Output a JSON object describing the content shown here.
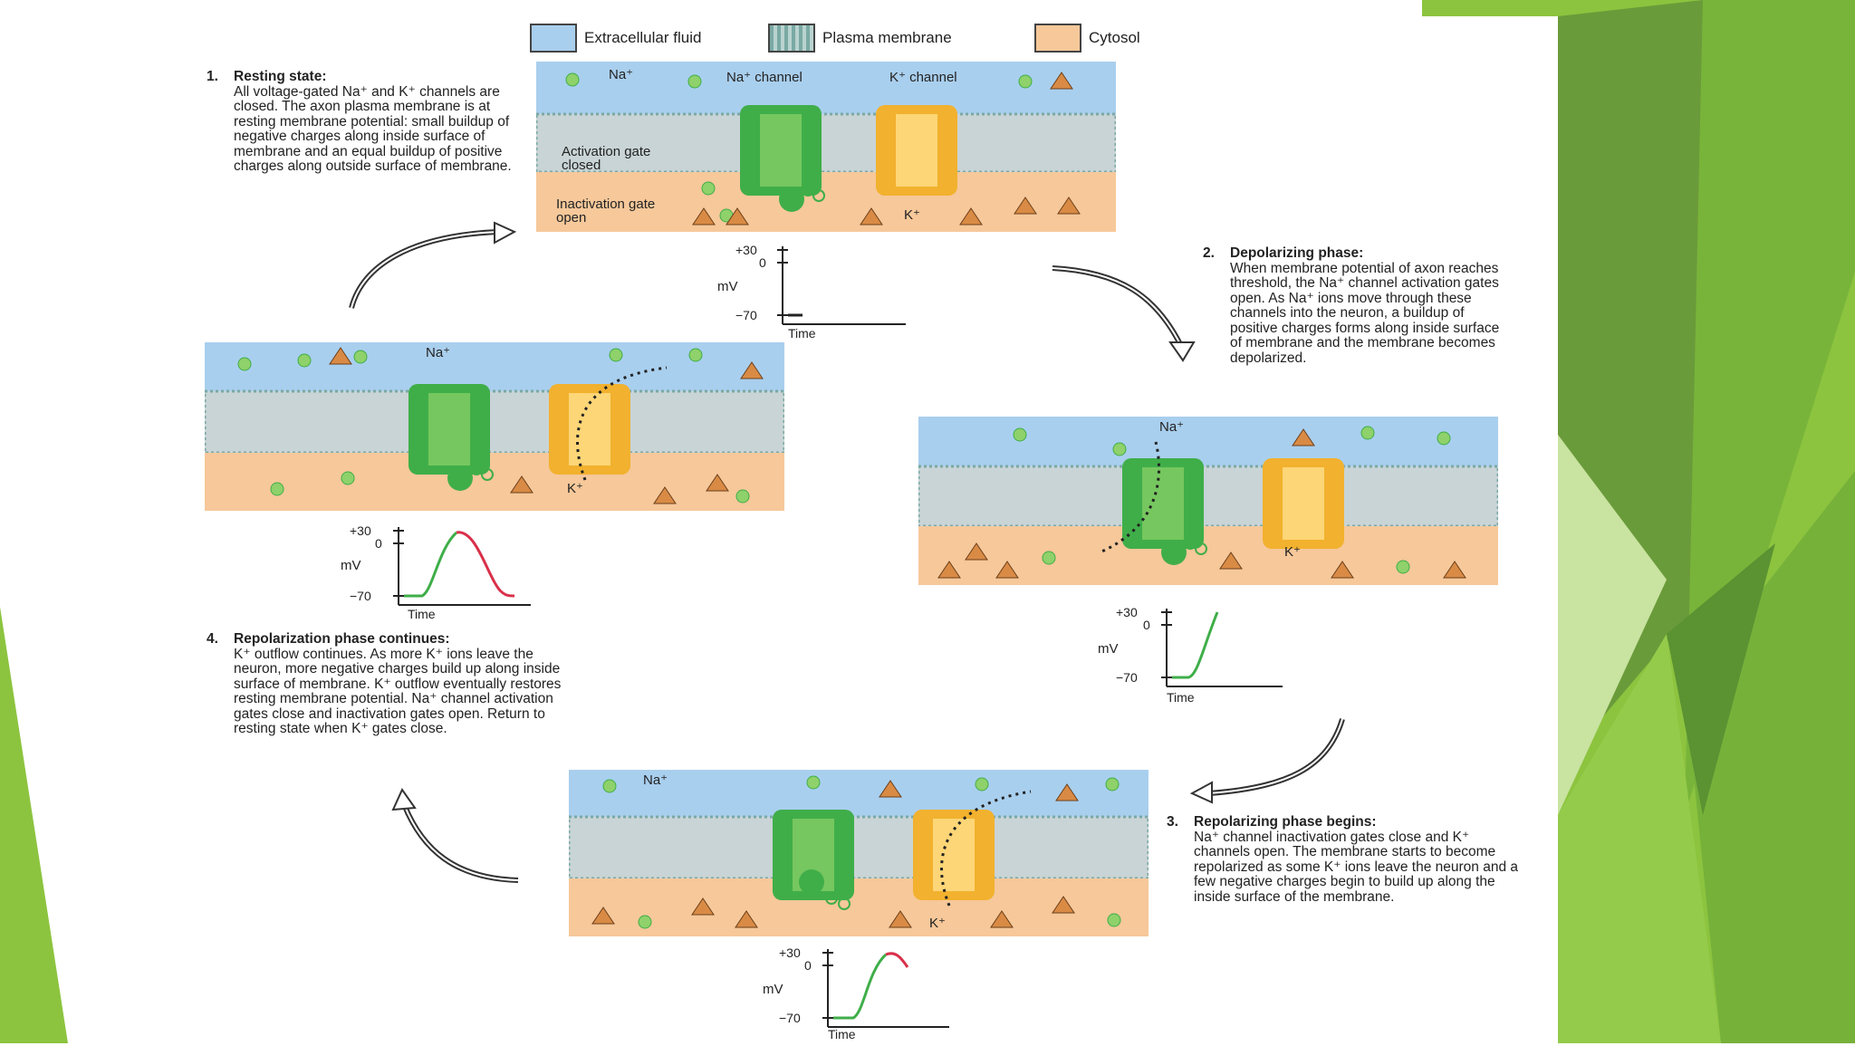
{
  "legend": [
    {
      "label": "Extracellular fluid",
      "color": "#a9cfee"
    },
    {
      "label": "Plasma membrane",
      "color": "#9cbfba"
    },
    {
      "label": "Cytosol",
      "color": "#f6c89a"
    }
  ],
  "steps": [
    {
      "num": "1.",
      "title": "Resting state:",
      "body": "All voltage-gated Na⁺ and K⁺ channels are closed. The axon plasma membrane is at resting membrane potential: small buildup of negative charges along inside surface of membrane and an equal buildup of positive charges along outside surface of membrane."
    },
    {
      "num": "2.",
      "title": "Depolarizing phase:",
      "body": "When membrane potential of axon reaches threshold, the Na⁺ channel activation gates open. As Na⁺ ions move through these channels into the neuron, a buildup of positive charges forms along inside surface of membrane and the membrane becomes depolarized."
    },
    {
      "num": "3.",
      "title": "Repolarizing phase begins:",
      "body": "Na⁺ channel inactivation gates close and K⁺ channels open. The membrane starts to become repolarized as some K⁺ ions leave the neuron and a few negative charges begin to build up along the inside surface of the membrane."
    },
    {
      "num": "4.",
      "title": "Repolarization phase continues:",
      "body": "K⁺ outflow continues. As more K⁺ ions leave the neuron, more negative charges build up along inside surface of membrane. K⁺ outflow eventually restores resting membrane potential. Na⁺ channel activation gates close and inactivation gates open. Return to resting state when K⁺ gates close."
    }
  ],
  "panel_labels": {
    "na_ion": "Na⁺",
    "k_ion": "K⁺",
    "na_channel": "Na⁺ channel",
    "k_channel": "K⁺ channel",
    "activation_gate": "Activation gate closed",
    "inactivation_gate": "Inactivation gate open"
  },
  "graph_labels": {
    "top_tick": "+30",
    "zero_tick": "0",
    "bottom_tick": "−70",
    "ylabel": "mV",
    "xlabel": "Time"
  },
  "colors": {
    "na_channel": "#3fae49",
    "k_channel": "#f2b12e",
    "na_ion": "#8fd16a",
    "k_ion": "#8b5a2b",
    "depolarize_curve": "#3fae49",
    "repolarize_curve": "#d9304a",
    "slide_green_dark": "#5e9a33",
    "slide_green_light": "#8cc43f"
  }
}
